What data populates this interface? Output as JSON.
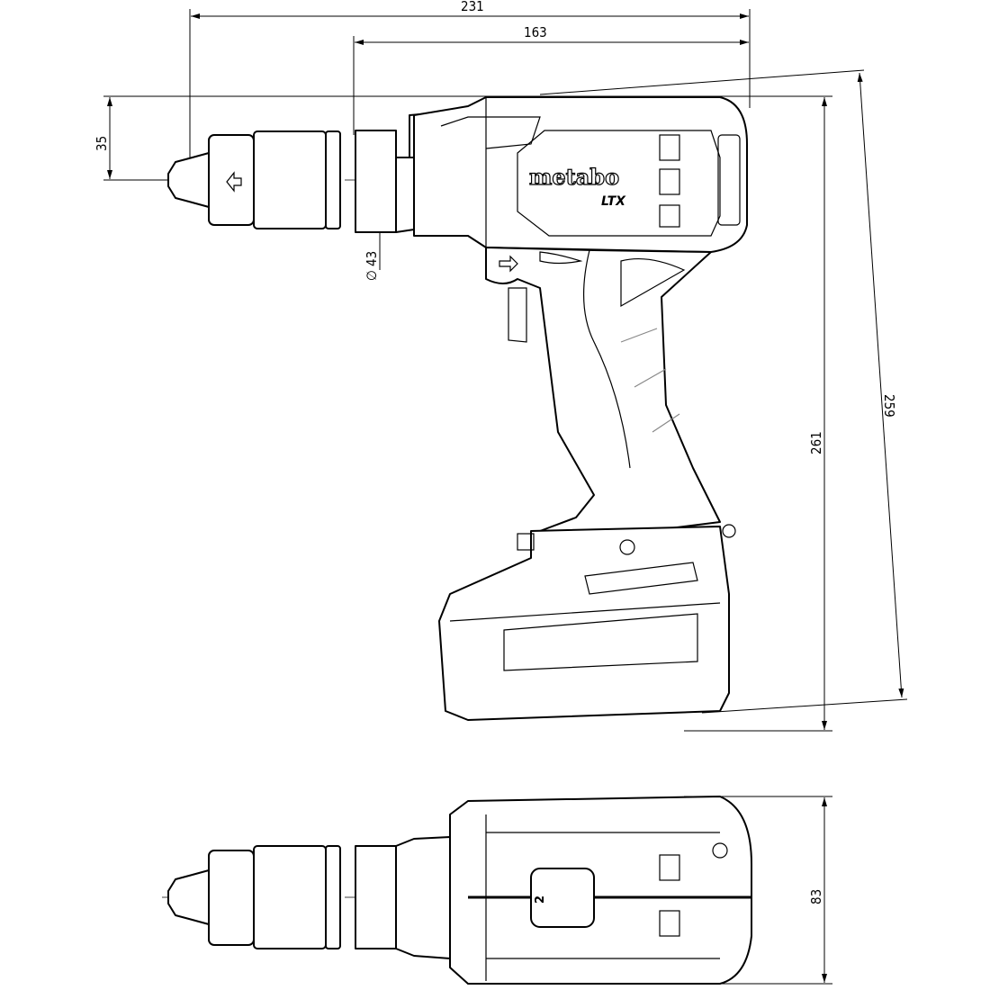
{
  "dimensions": {
    "overall_length": "231",
    "head_length": "163",
    "spindle_height": "35",
    "collar_diameter": "∅ 43",
    "height_total": "261",
    "height_diagonal": "259",
    "width_top_view": "83"
  },
  "branding": {
    "logo": "metabo",
    "model": "LTX"
  },
  "top_view": {
    "gear_selector": "2"
  }
}
